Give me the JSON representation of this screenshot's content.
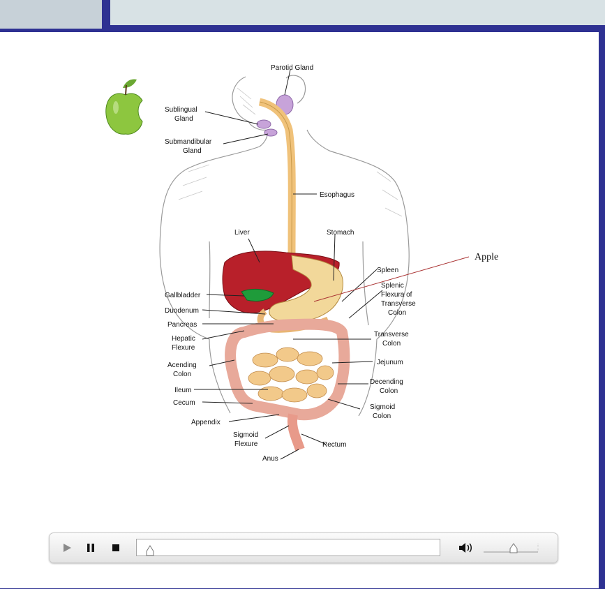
{
  "header": {
    "tabs": [
      "",
      ""
    ]
  },
  "diagram": {
    "labels": {
      "parotid": "Parotid Gland",
      "sublingual_1": "Sublingual",
      "sublingual_2": "Gland",
      "submandibular_1": "Submandibular",
      "submandibular_2": "Gland",
      "esophagus": "Esophagus",
      "liver": "Liver",
      "stomach": "Stomach",
      "spleen": "Spleen",
      "splenic_1": "Splenic",
      "splenic_2": "Flexura of",
      "splenic_3": "Transverse",
      "splenic_4": "Colon",
      "gallbladder": "Gallbladder",
      "duodenum": "Duodenum",
      "pancreas": "Pancreas",
      "hepatic_1": "Hepatic",
      "hepatic_2": "Flexure",
      "transverse_1": "Transverse",
      "transverse_2": "Colon",
      "acending_1": "Acending",
      "acending_2": "Colon",
      "jejunum": "Jejunum",
      "ileum": "Ileum",
      "decending_1": "Decending",
      "decending_2": "Colon",
      "cecum": "Cecum",
      "sigmoid_colon_1": "Sigmoid",
      "sigmoid_colon_2": "Colon",
      "appendix": "Appendix",
      "sigmoid_flexure_1": "Sigmoid",
      "sigmoid_flexure_2": "Flexure",
      "rectum": "Rectum",
      "anus": "Anus",
      "apple": "Apple"
    },
    "icon": "bitten-apple-icon"
  },
  "player": {
    "controls": [
      "play-icon",
      "pause-icon",
      "stop-icon",
      "volume-icon"
    ],
    "progress": 0.0,
    "volume": 0.55
  },
  "colors": {
    "frame": "#2e3192",
    "liver": "#b8202a",
    "gallbladder": "#1f9b3a",
    "intestine": "#e8a99a",
    "small_intestine": "#f2c98a",
    "esophagus": "#f0c27a",
    "gland": "#c7a3d9"
  }
}
